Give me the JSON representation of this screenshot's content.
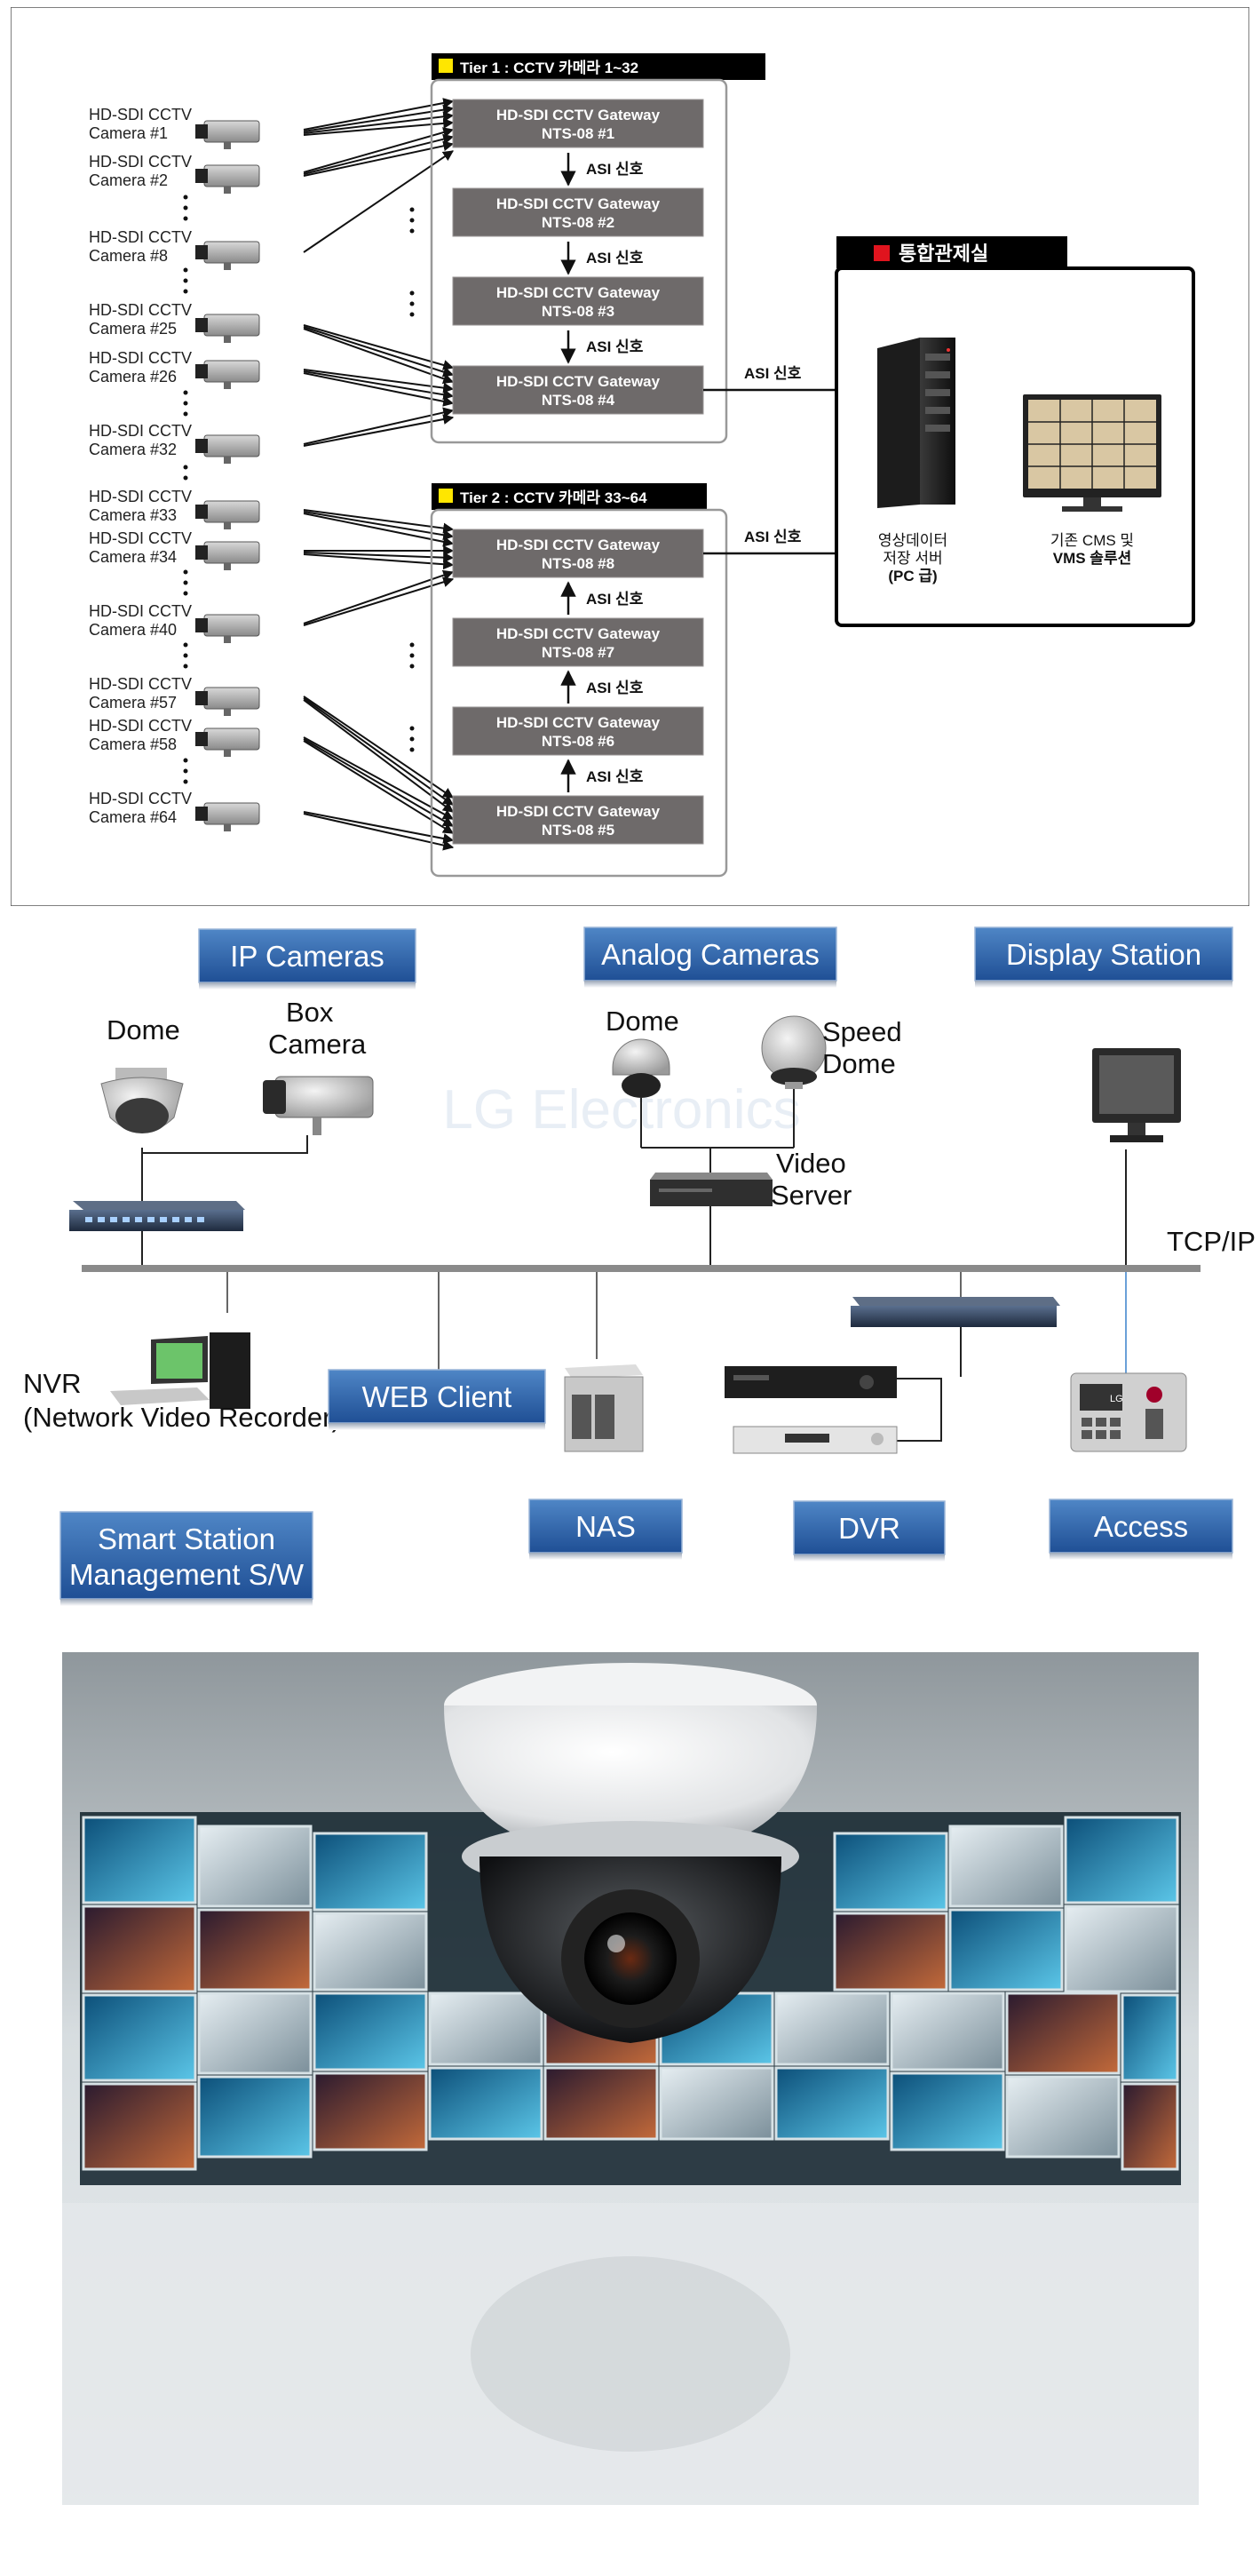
{
  "panel1": {
    "cameras": [
      {
        "line1": "HD-SDI CCTV",
        "line2": "Camera #1"
      },
      {
        "line1": "HD-SDI CCTV",
        "line2": "Camera #2"
      },
      {
        "line1": "HD-SDI CCTV",
        "line2": "Camera #8"
      },
      {
        "line1": "HD-SDI CCTV",
        "line2": "Camera #25"
      },
      {
        "line1": "HD-SDI CCTV",
        "line2": "Camera #26"
      },
      {
        "line1": "HD-SDI CCTV",
        "line2": "Camera #32"
      },
      {
        "line1": "HD-SDI CCTV",
        "line2": "Camera #33"
      },
      {
        "line1": "HD-SDI CCTV",
        "line2": "Camera #34"
      },
      {
        "line1": "HD-SDI CCTV",
        "line2": "Camera #40"
      },
      {
        "line1": "HD-SDI CCTV",
        "line2": "Camera #57"
      },
      {
        "line1": "HD-SDI CCTV",
        "line2": "Camera #58"
      },
      {
        "line1": "HD-SDI CCTV",
        "line2": "Camera #64"
      }
    ],
    "tier1": {
      "label": "Tier 1 : CCTV 카메라 1~32",
      "gateways": [
        {
          "line1": "HD-SDI CCTV Gateway",
          "line2": "NTS-08 #1"
        },
        {
          "line1": "HD-SDI CCTV Gateway",
          "line2": "NTS-08 #2"
        },
        {
          "line1": "HD-SDI CCTV Gateway",
          "line2": "NTS-08 #3"
        },
        {
          "line1": "HD-SDI CCTV Gateway",
          "line2": "NTS-08 #4"
        }
      ]
    },
    "tier2": {
      "label": "Tier 2 : CCTV 카메라 33~64",
      "gateways": [
        {
          "line1": "HD-SDI CCTV Gateway",
          "line2": "NTS-08 #8"
        },
        {
          "line1": "HD-SDI CCTV Gateway",
          "line2": "NTS-08 #7"
        },
        {
          "line1": "HD-SDI CCTV Gateway",
          "line2": "NTS-08 #6"
        },
        {
          "line1": "HD-SDI CCTV Gateway",
          "line2": "NTS-08 #5"
        }
      ]
    },
    "asi_label": "ASI 신호",
    "control_room": {
      "title": "통합관제실",
      "server_line1": "영상데이터",
      "server_line2": "저장 서버",
      "server_line3": "(PC 급)",
      "cms_line1": "기존 CMS 및",
      "cms_line2": "VMS 솔루션"
    }
  },
  "panel2": {
    "banners": {
      "ip_cameras": "IP Cameras",
      "analog_cameras": "Analog Cameras",
      "display_station": "Display Station",
      "web_client": "WEB Client",
      "smart_station_line1": "Smart Station",
      "smart_station_line2": "Management S/W",
      "nas": "NAS",
      "dvr": "DVR",
      "access": "Access"
    },
    "labels": {
      "dome": "Dome",
      "box_line1": "Box",
      "box_line2": "Camera",
      "analog_dome": "Dome",
      "speed_line1": "Speed",
      "speed_line2": "Dome",
      "video_line1": "Video",
      "video_line2": "Server",
      "tcpip": "TCP/IP",
      "nvr_line1": "NVR",
      "nvr_line2": "(Network Video Recorder)"
    },
    "watermark": "LG Electronics",
    "access_logo": "LG"
  },
  "colors": {
    "banner_top": "#4f86c6",
    "banner_bottom": "#1f4f95",
    "gateway": "#6e6a6a",
    "tier_marker": "#ffe600",
    "room_marker": "#e0141e"
  }
}
